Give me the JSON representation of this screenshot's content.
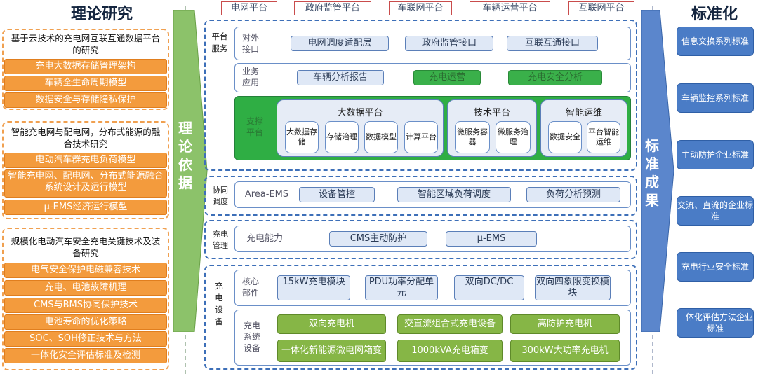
{
  "left": {
    "title": "理论研究",
    "groups": [
      {
        "title": "基于云技术的充电网互联互通数据平台的研究",
        "items": [
          "充电大数据存储管理架构",
          "车辆全生命周期模型",
          "数据安全与存储隐私保护"
        ]
      },
      {
        "title": "智能充电网与配电网，分布式能源的融合技术研究",
        "items": [
          "电动汽车群充电负荷模型",
          "智能充电网、配电网、分布式能源融合系统设计及运行模型",
          "μ-EMS经济运行模型"
        ]
      },
      {
        "title": "规模化电动汽车安全充电关键技术及装备研究",
        "items": [
          "电气安全保护电磁兼容技术",
          "充电、电池故障机理",
          "CMS与BMS协同保护技术",
          "电池寿命的优化策略",
          "SOC、SOH修正技术与方法",
          "一体化安全评估标准及检测"
        ]
      }
    ]
  },
  "arrow_left": {
    "text": "理论依据"
  },
  "arrow_right": {
    "text": "标准成果"
  },
  "top_platforms": [
    "电网平台",
    "政府监管平台",
    "车联网平台",
    "车辆运营平台",
    "互联网平台"
  ],
  "sections": {
    "platform_service": {
      "label": "平台服务",
      "external_interface": {
        "label": "对外接口",
        "items": [
          "电网调度适配层",
          "政府监管接口",
          "互联互通接口"
        ]
      },
      "business_app": {
        "label": "业务应用",
        "items": [
          "车辆分析报告",
          "充电运营",
          "充电安全分析"
        ]
      },
      "support": {
        "label": "支撑平台",
        "bigdata": {
          "title": "大数据平台",
          "items": [
            "大数据存储",
            "存储治理",
            "数据模型",
            "计算平台"
          ]
        },
        "tech": {
          "title": "技术平台",
          "items": [
            "微服务容器",
            "微服务治理"
          ]
        },
        "ops": {
          "title": "智能运维",
          "items": [
            "数据安全",
            "平台智能运维"
          ]
        }
      }
    },
    "coordination": {
      "label": "协同调度",
      "row_label": "Area-EMS",
      "items": [
        "设备管控",
        "智能区域负荷调度",
        "负荷分析预测"
      ]
    },
    "charge_mgmt": {
      "label": "充电管理",
      "row_label": "充电能力",
      "items": [
        "CMS主动防护",
        "μ-EMS"
      ]
    },
    "charge_equipment": {
      "label": "充电设备",
      "core": {
        "label": "核心部件",
        "items": [
          "15kW充电模块",
          "PDU功率分配单元",
          "双向DC/DC",
          "双向四象限变换模块"
        ]
      },
      "system": {
        "label": "充电系统设备",
        "items": [
          "双向充电机",
          "交直流组合式充电设备",
          "高防护充电机",
          "一体化新能源微电网箱变",
          "1000kVA充电箱变",
          "300kW大功率充电机"
        ]
      }
    }
  },
  "right": {
    "title": "标准化",
    "items": [
      "信息交换系列标准",
      "车辆监控系列标准",
      "主动防护企业标准",
      "交流、直流的企业标准",
      "充电行业安全标准",
      "一体化评估方法企业标准"
    ]
  },
  "colors": {
    "orange": "#f39b3d",
    "green_arrow": "#8cc26a",
    "blue_arrow": "#5b86cc",
    "green_support": "#2fae44",
    "olive": "#86b646",
    "std_blue": "#4a7cc6"
  }
}
